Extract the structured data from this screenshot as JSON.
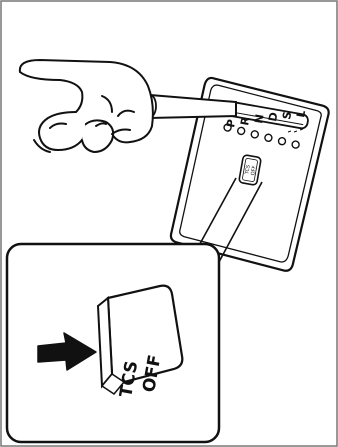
{
  "shift_positions": [
    "P",
    "R",
    "N",
    "D",
    "S",
    "L"
  ],
  "switch": {
    "small_label_line1": "TCS",
    "small_label_line2": "OFF",
    "large_label_line1": "TCS",
    "large_label_line2": "OFF"
  },
  "colors": {
    "ink": "#111111",
    "paper": "#ffffff",
    "border": "#555555"
  },
  "icons": [
    "gear-shift-hand-icon",
    "push-arrow-icon"
  ]
}
